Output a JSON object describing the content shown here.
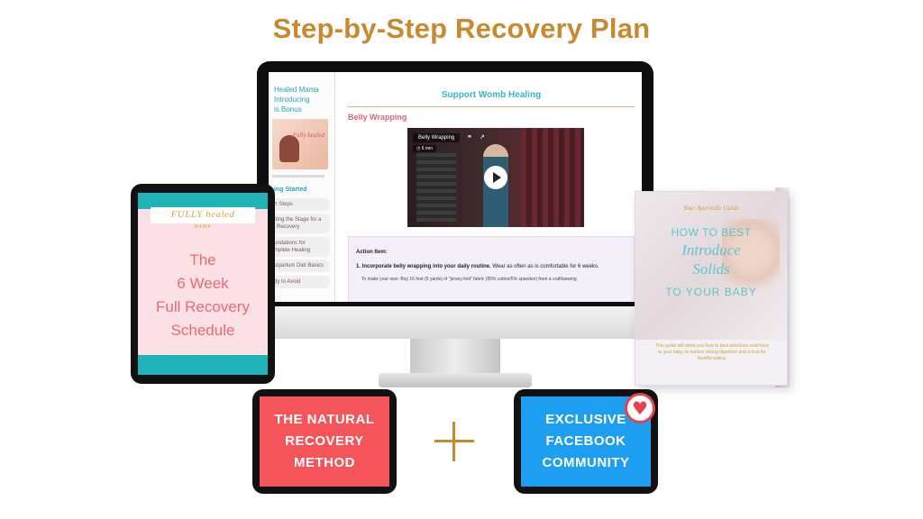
{
  "headline": "Step-by-Step Recovery Plan",
  "monitor": {
    "sidebar": {
      "title": "Healed Mama\nIntroducing\nis Bonus",
      "thumb_text": "Fully healed",
      "section_label": "ing Started",
      "items": [
        "rt Steps",
        "tting the Stage for a\nl Recovery",
        "undations for\nmplete Healing",
        "stpartum Diet Basics",
        "dy to Avoid"
      ]
    },
    "content": {
      "page_title": "Support Womb Healing",
      "lesson_title": "Belly Wrapping",
      "video": {
        "label": "Belly Wrapping",
        "duration": "6 min"
      },
      "action": {
        "label": "Action Item:",
        "step_bold": "1. Incorporate belly wrapping into your daily routine.",
        "step_rest": " Wear as often as is comfortable for 6 weeks.",
        "bullet": "To make your own: Buy 16 feet (5 yards) of \"jersey knit\" fabric (95% cotton/5% spandex) from a craft/sewing"
      }
    }
  },
  "tablet": {
    "brand": "FULLY healed",
    "brand_sub": "MAMA",
    "lines": [
      "The",
      "6 Week",
      "Full Recovery",
      "Schedule"
    ]
  },
  "book": {
    "guide": "Your Ayurvedic Guide",
    "how": "HOW TO BEST",
    "intro": "Introduce\nSolids",
    "to_baby": "TO YOUR BABY",
    "desc": "This guide will show you how to best introduce solid food to your baby, to nurture strong digestion and a love for healthy eating."
  },
  "badges": {
    "left": "THE  NATURAL\nRECOVERY\nMETHOD",
    "right": "EXCLUSIVE\nFACEBOOK\nCOMMUNITY"
  },
  "colors": {
    "headline": "#c8892f",
    "teal": "#1fb2b6",
    "pink_text": "#e86a74",
    "badge_red": "#f5555a",
    "badge_blue": "#1e9ef0",
    "heart": "#e8404e"
  },
  "icons": [
    "share-icon",
    "link-icon",
    "play-icon",
    "clock-icon",
    "heart-icon",
    "plus-icon"
  ]
}
